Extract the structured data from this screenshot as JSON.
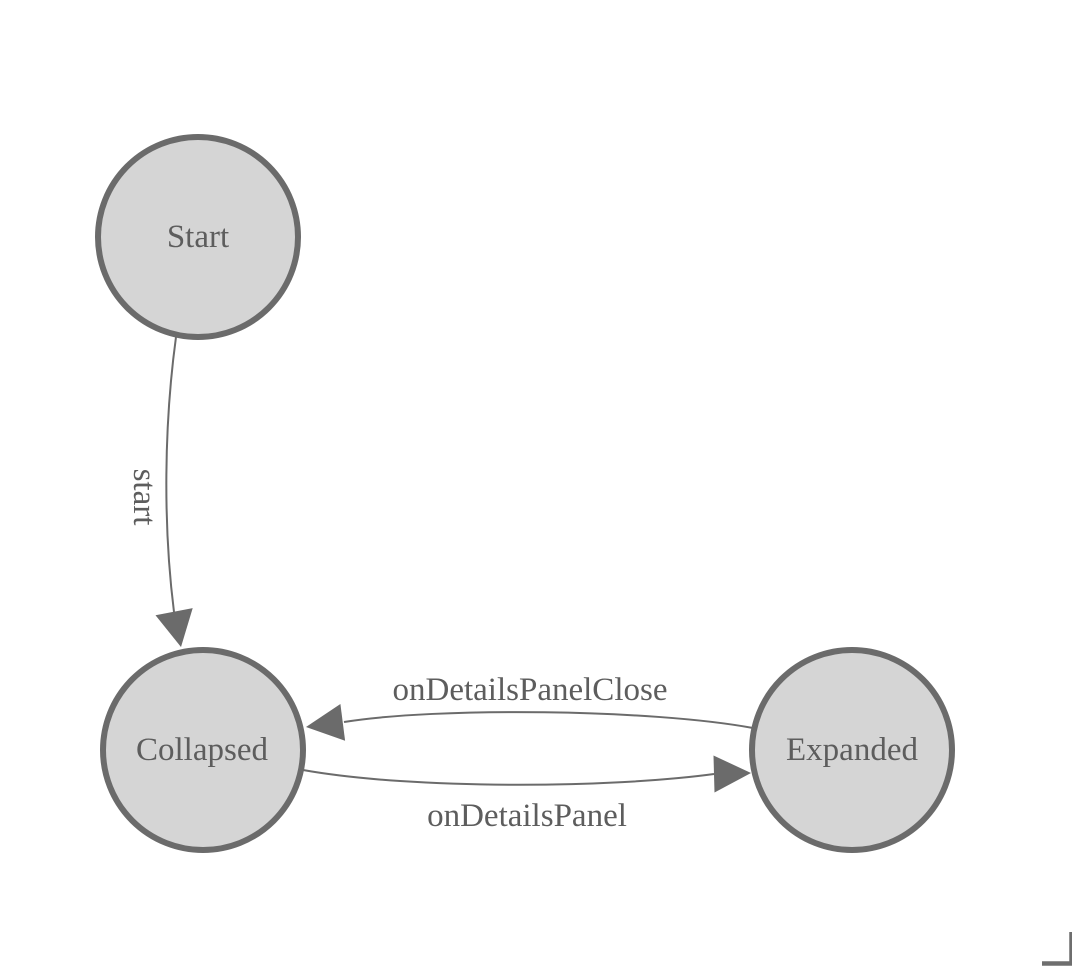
{
  "diagram": {
    "type": "state-machine",
    "background_color": "#ffffff",
    "node_fill_color": "#d5d5d5",
    "node_border_color": "#6b6b6b",
    "edge_color": "#6b6b6b",
    "label_color": "#5d5d5d",
    "nodes": [
      {
        "id": "start",
        "label": "Start"
      },
      {
        "id": "collapsed",
        "label": "Collapsed"
      },
      {
        "id": "expanded",
        "label": "Expanded"
      }
    ],
    "edges": [
      {
        "from": "Start",
        "to": "Collapsed",
        "label": "start"
      },
      {
        "from": "Expanded",
        "to": "Collapsed",
        "label": "onDetailsPanelClose"
      },
      {
        "from": "Collapsed",
        "to": "Expanded",
        "label": "onDetailsPanel"
      }
    ]
  }
}
